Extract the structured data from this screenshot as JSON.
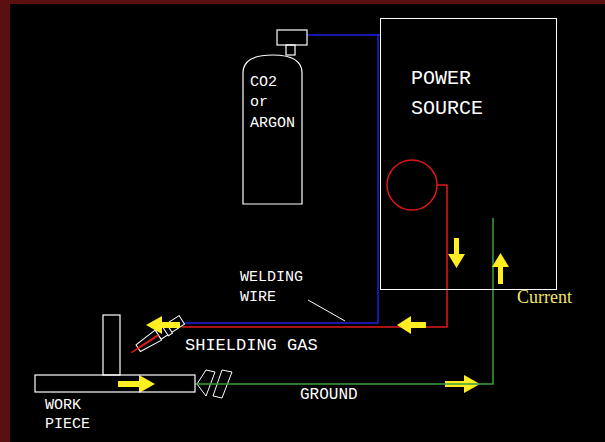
{
  "diagram": {
    "nodes": [
      {
        "text": [
          "CO2 or ARGON"
        ]
      },
      {
        "text": [
          "POWER SOURCE"
        ]
      },
      {
        "text": [
          "WORK PIECE"
        ]
      }
    ],
    "edges": [
      {
        "from": 0,
        "to": 1,
        "arrow": "none"
      },
      {
        "from": 2,
        "to": 1,
        "label": "GROUND",
        "arrow": "none"
      }
    ],
    "labels": [
      "WELDING WIRE",
      "SHIELDING GAS",
      "Current"
    ]
  }
}
